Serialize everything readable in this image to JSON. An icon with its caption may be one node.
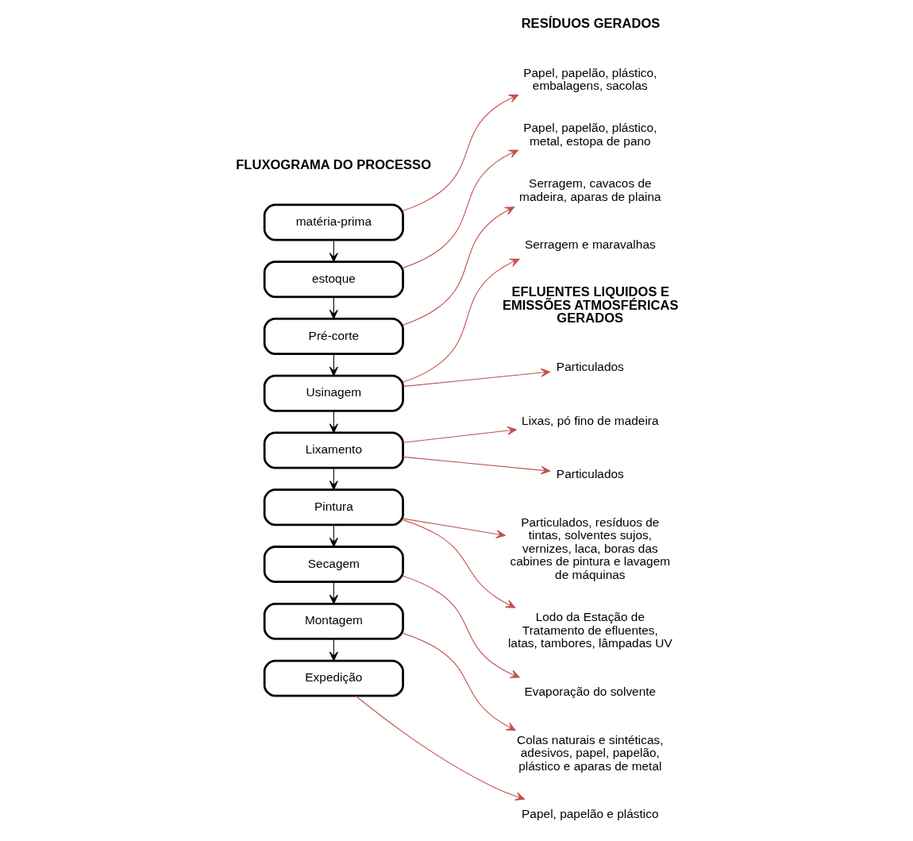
{
  "diagram": {
    "nodes": [
      {
        "text": [
          "Papel, papelão, plástico, embalagens, sacolas"
        ]
      },
      {
        "text": [
          "matéria-prima"
        ]
      },
      {
        "text": [
          "Papel, papelão, plástico, metal, estopa de pano"
        ]
      },
      {
        "text": [
          "estoque"
        ]
      },
      {
        "text": [
          "Serragem, cavacos de madeira, aparas de plaina"
        ]
      },
      {
        "text": [
          "Pré-corte"
        ]
      },
      {
        "text": [
          "Serragem e maravalhas"
        ]
      },
      {
        "text": [
          "Usinagem"
        ]
      },
      {
        "text": [
          "Particulados"
        ]
      },
      {
        "text": [
          "Lixas, pó fino de madeira"
        ]
      },
      {
        "text": [
          "Lixamento"
        ]
      },
      {
        "text": [
          "Particulados"
        ]
      },
      {
        "text": [
          "Lodo da Estação de Tratamento de efluentes, latas, tambores, lâmpadas UV"
        ]
      },
      {
        "text": [
          "Pintura"
        ]
      },
      {
        "text": [
          "Particulados, resíduos de tintas, solventes sujos, vernizes, laca, boras das cabines de pintura e lavagem de máquinas"
        ]
      },
      {
        "text": [
          "Secagem"
        ]
      },
      {
        "text": [
          "Evaporação do solvente"
        ]
      },
      {
        "text": [
          "Colas naturais e sintéticas, adesivos, papel, papelão, plástico e aparas de metal"
        ]
      },
      {
        "text": [
          "Montagem"
        ]
      },
      {
        "text": [
          "Papel, papelão e plástico"
        ]
      },
      {
        "text": [
          "Expedição"
        ]
      }
    ],
    "edges": [
      {
        "from": 1,
        "to": 0,
        "arrow": "to"
      },
      {
        "from": 1,
        "to": 3,
        "arrow": "to",
        "color": "#000000"
      },
      {
        "from": 3,
        "to": 2,
        "arrow": "to"
      },
      {
        "from": 3,
        "to": 5,
        "arrow": "to",
        "color": "#000000"
      },
      {
        "from": 5,
        "to": 4,
        "arrow": "to"
      },
      {
        "from": 5,
        "to": 7,
        "arrow": "to",
        "color": "#000000"
      },
      {
        "from": 7,
        "to": 6,
        "arrow": "to"
      },
      {
        "from": 7,
        "to": 8,
        "arrow": "to"
      },
      {
        "from": 7,
        "to": 10,
        "arrow": "to",
        "color": "#000000"
      },
      {
        "from": 10,
        "to": 9,
        "arrow": "to"
      },
      {
        "from": 10,
        "to": 11,
        "arrow": "to"
      },
      {
        "from": 10,
        "to": 13,
        "arrow": "to",
        "color": "#000000"
      },
      {
        "from": 13,
        "to": 12,
        "arrow": "to"
      },
      {
        "from": 13,
        "to": 14,
        "arrow": "to"
      },
      {
        "from": 13,
        "to": 15,
        "arrow": "to",
        "color": "#000000"
      },
      {
        "from": 15,
        "to": 16,
        "arrow": "to"
      },
      {
        "from": 15,
        "to": 18,
        "arrow": "to",
        "color": "#000000"
      },
      {
        "from": 18,
        "to": 17,
        "arrow": "to"
      },
      {
        "from": 18,
        "to": 20,
        "arrow": "to",
        "color": "#000000"
      },
      {
        "from": 20,
        "to": 19,
        "arrow": "to"
      }
    ],
    "labels": [
      "RESÍDUOS GERADOS",
      "FLUXOGRAMA DO PROCESSO",
      "EFLUENTES LIQUIDOS E EMISSÕES ATMOSFÉRICAS GERADOS"
    ]
  }
}
